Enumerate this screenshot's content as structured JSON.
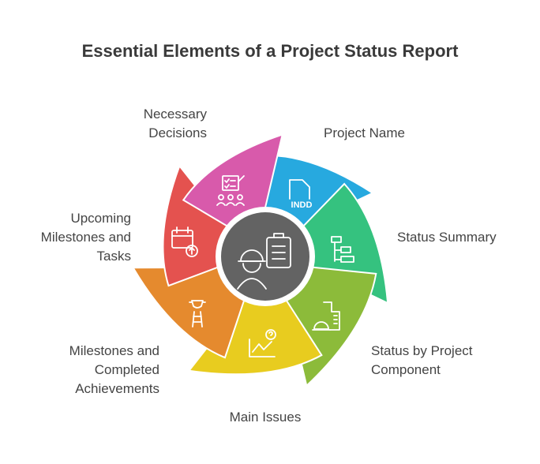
{
  "title": "Essential Elements of a Project Status Report",
  "segments": [
    {
      "label": "Project Name",
      "color": "#27a9df",
      "icon": "indd-file-icon",
      "icon_text": "INDD"
    },
    {
      "label": "Status Summary",
      "color": "#35c27f",
      "icon": "flowchart-icon"
    },
    {
      "label": "Status by Project Component",
      "color": "#8cbb3a",
      "icon": "construction-document-icon"
    },
    {
      "label": "Main Issues",
      "color": "#e8cc1f",
      "icon": "chart-question-icon"
    },
    {
      "label": "Milestones and Completed Achievements",
      "color": "#e58a2e",
      "icon": "trophy-ladder-icon"
    },
    {
      "label": "Upcoming Milestones and Tasks",
      "color": "#e4524f",
      "icon": "calendar-upload-icon"
    },
    {
      "label": "Necessary Decisions",
      "color": "#d85aab",
      "icon": "decision-group-icon"
    }
  ],
  "center": {
    "color": "#636363",
    "icon": "manager-checklist-icon"
  }
}
